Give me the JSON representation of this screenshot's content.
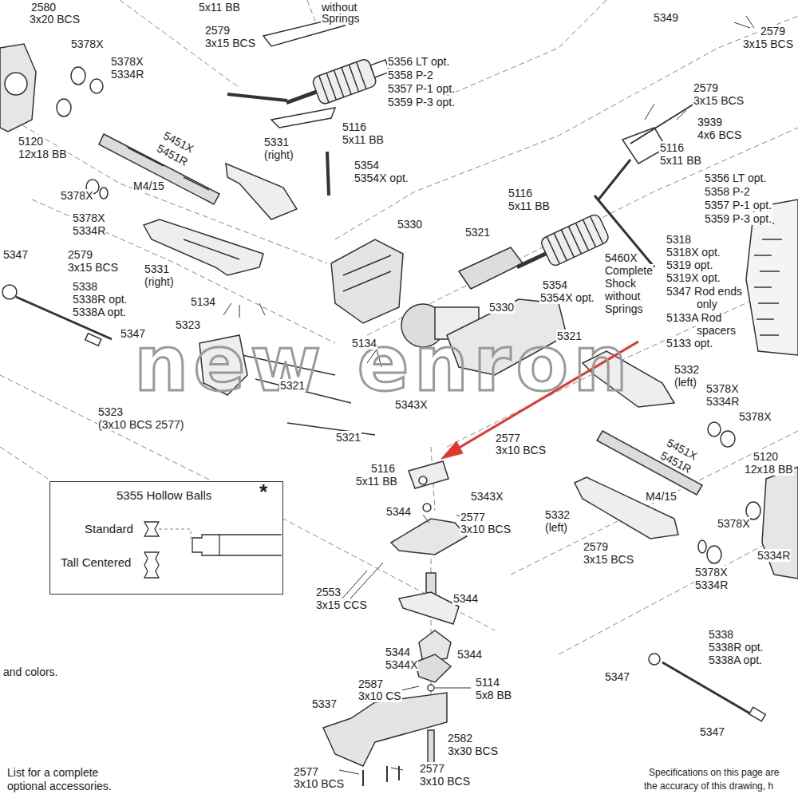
{
  "diagram": {
    "nodes": [
      {
        "text": [
          "5355 Hollow Balls",
          "*",
          "Standard",
          "Tall Centered"
        ]
      }
    ],
    "labels": [
      "2580",
      "3x20 BCS",
      "5x11 BB",
      "without",
      "Springs",
      "5349",
      "2579",
      "3x15 BCS",
      "5378X",
      "5378X",
      "5334R",
      "2579",
      "3x15 BCS",
      "5356 LT opt.",
      "5358 P-2",
      "5357 P-1 opt.",
      "5359 P-3 opt.",
      "2579",
      "3x15 BCS",
      "3939",
      "4x6 BCS",
      "5116",
      "5x11 BB",
      "5116",
      "5x11 BB",
      "5120",
      "12x18 BB",
      "5451X",
      "5451R",
      "5331",
      "(right)",
      "5354",
      "5354X opt.",
      "M4/15",
      "5378X",
      "5378X",
      "5334R",
      "2579",
      "3x15 BCS",
      "5331",
      "(right)",
      "5347",
      "5338",
      "5338R opt.",
      "5338A opt.",
      "5347",
      "5330",
      "5321",
      "5116",
      "5x11 BB",
      "5356 LT opt.",
      "5358 P-2",
      "5357 P-1 opt.",
      "5359 P-3 opt.",
      "5318",
      "5318X opt.",
      "5319 opt.",
      "5319X opt.",
      "5347 Rod ends",
      "only",
      "5133A Rod",
      "spacers",
      "5133 opt.",
      "5460X",
      "Complete",
      "Shock",
      "without",
      "Springs",
      "5354",
      "5354X opt.",
      "5330",
      "5321",
      "5134",
      "5323",
      "5321",
      "5134",
      "5343X",
      "5323",
      "(3x10 BCS 2577)",
      "5321",
      "2577",
      "3x10 BCS",
      "5332",
      "(left)",
      "5378X",
      "5334R",
      "5378X",
      "5451X",
      "5451R",
      "5120",
      "12x18 BB",
      "M4/15",
      "5116",
      "5x11 BB",
      "5343X",
      "5344",
      "2577",
      "3x10 BCS",
      "5332",
      "(left)",
      "5378X",
      "2579",
      "3x15 BCS",
      "5378X",
      "5334R",
      "5334R",
      "2553",
      "3x15 CCS",
      "5344",
      "5344",
      "5344X",
      "5344",
      "2587",
      "3x10 CS",
      "5114",
      "5x8 BB",
      "5337",
      "2582",
      "3x30 BCS",
      "2577",
      "3x10 BCS",
      "2577",
      "3x10 BCS",
      "5338",
      "5338R opt.",
      "5338A opt.",
      "5347",
      "5347",
      "and colors.",
      "List for a complete",
      "optional accessories.",
      "Specifications on this page are",
      "the accuracy of this drawing, h",
      "new enron"
    ]
  }
}
